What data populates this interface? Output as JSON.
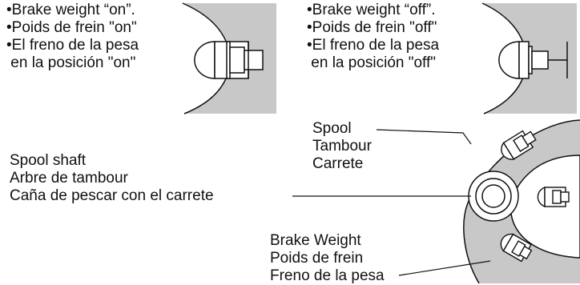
{
  "brake_on": {
    "lines": [
      "•Brake weight “on”.",
      "•Poids de frein \"on\"",
      "•El freno de la pesa",
      " en la posición \"on\""
    ]
  },
  "brake_off": {
    "lines": [
      "•Brake weight “off”.",
      "•Poids de frein \"off\"",
      "•El freno de la pesa",
      " en la posición \"off\""
    ]
  },
  "spool": {
    "lines": [
      "Spool",
      "Tambour",
      "Carrete"
    ]
  },
  "spool_shaft": {
    "lines": [
      "Spool shaft",
      "Arbre de tambour",
      "Caña de pescar con el carrete"
    ]
  },
  "brake_weight": {
    "lines": [
      "Brake Weight",
      "Poids de frein",
      "Freno de la pesa"
    ]
  },
  "colors": {
    "gray_fill": "#c8c8c8",
    "line": "#111111"
  }
}
